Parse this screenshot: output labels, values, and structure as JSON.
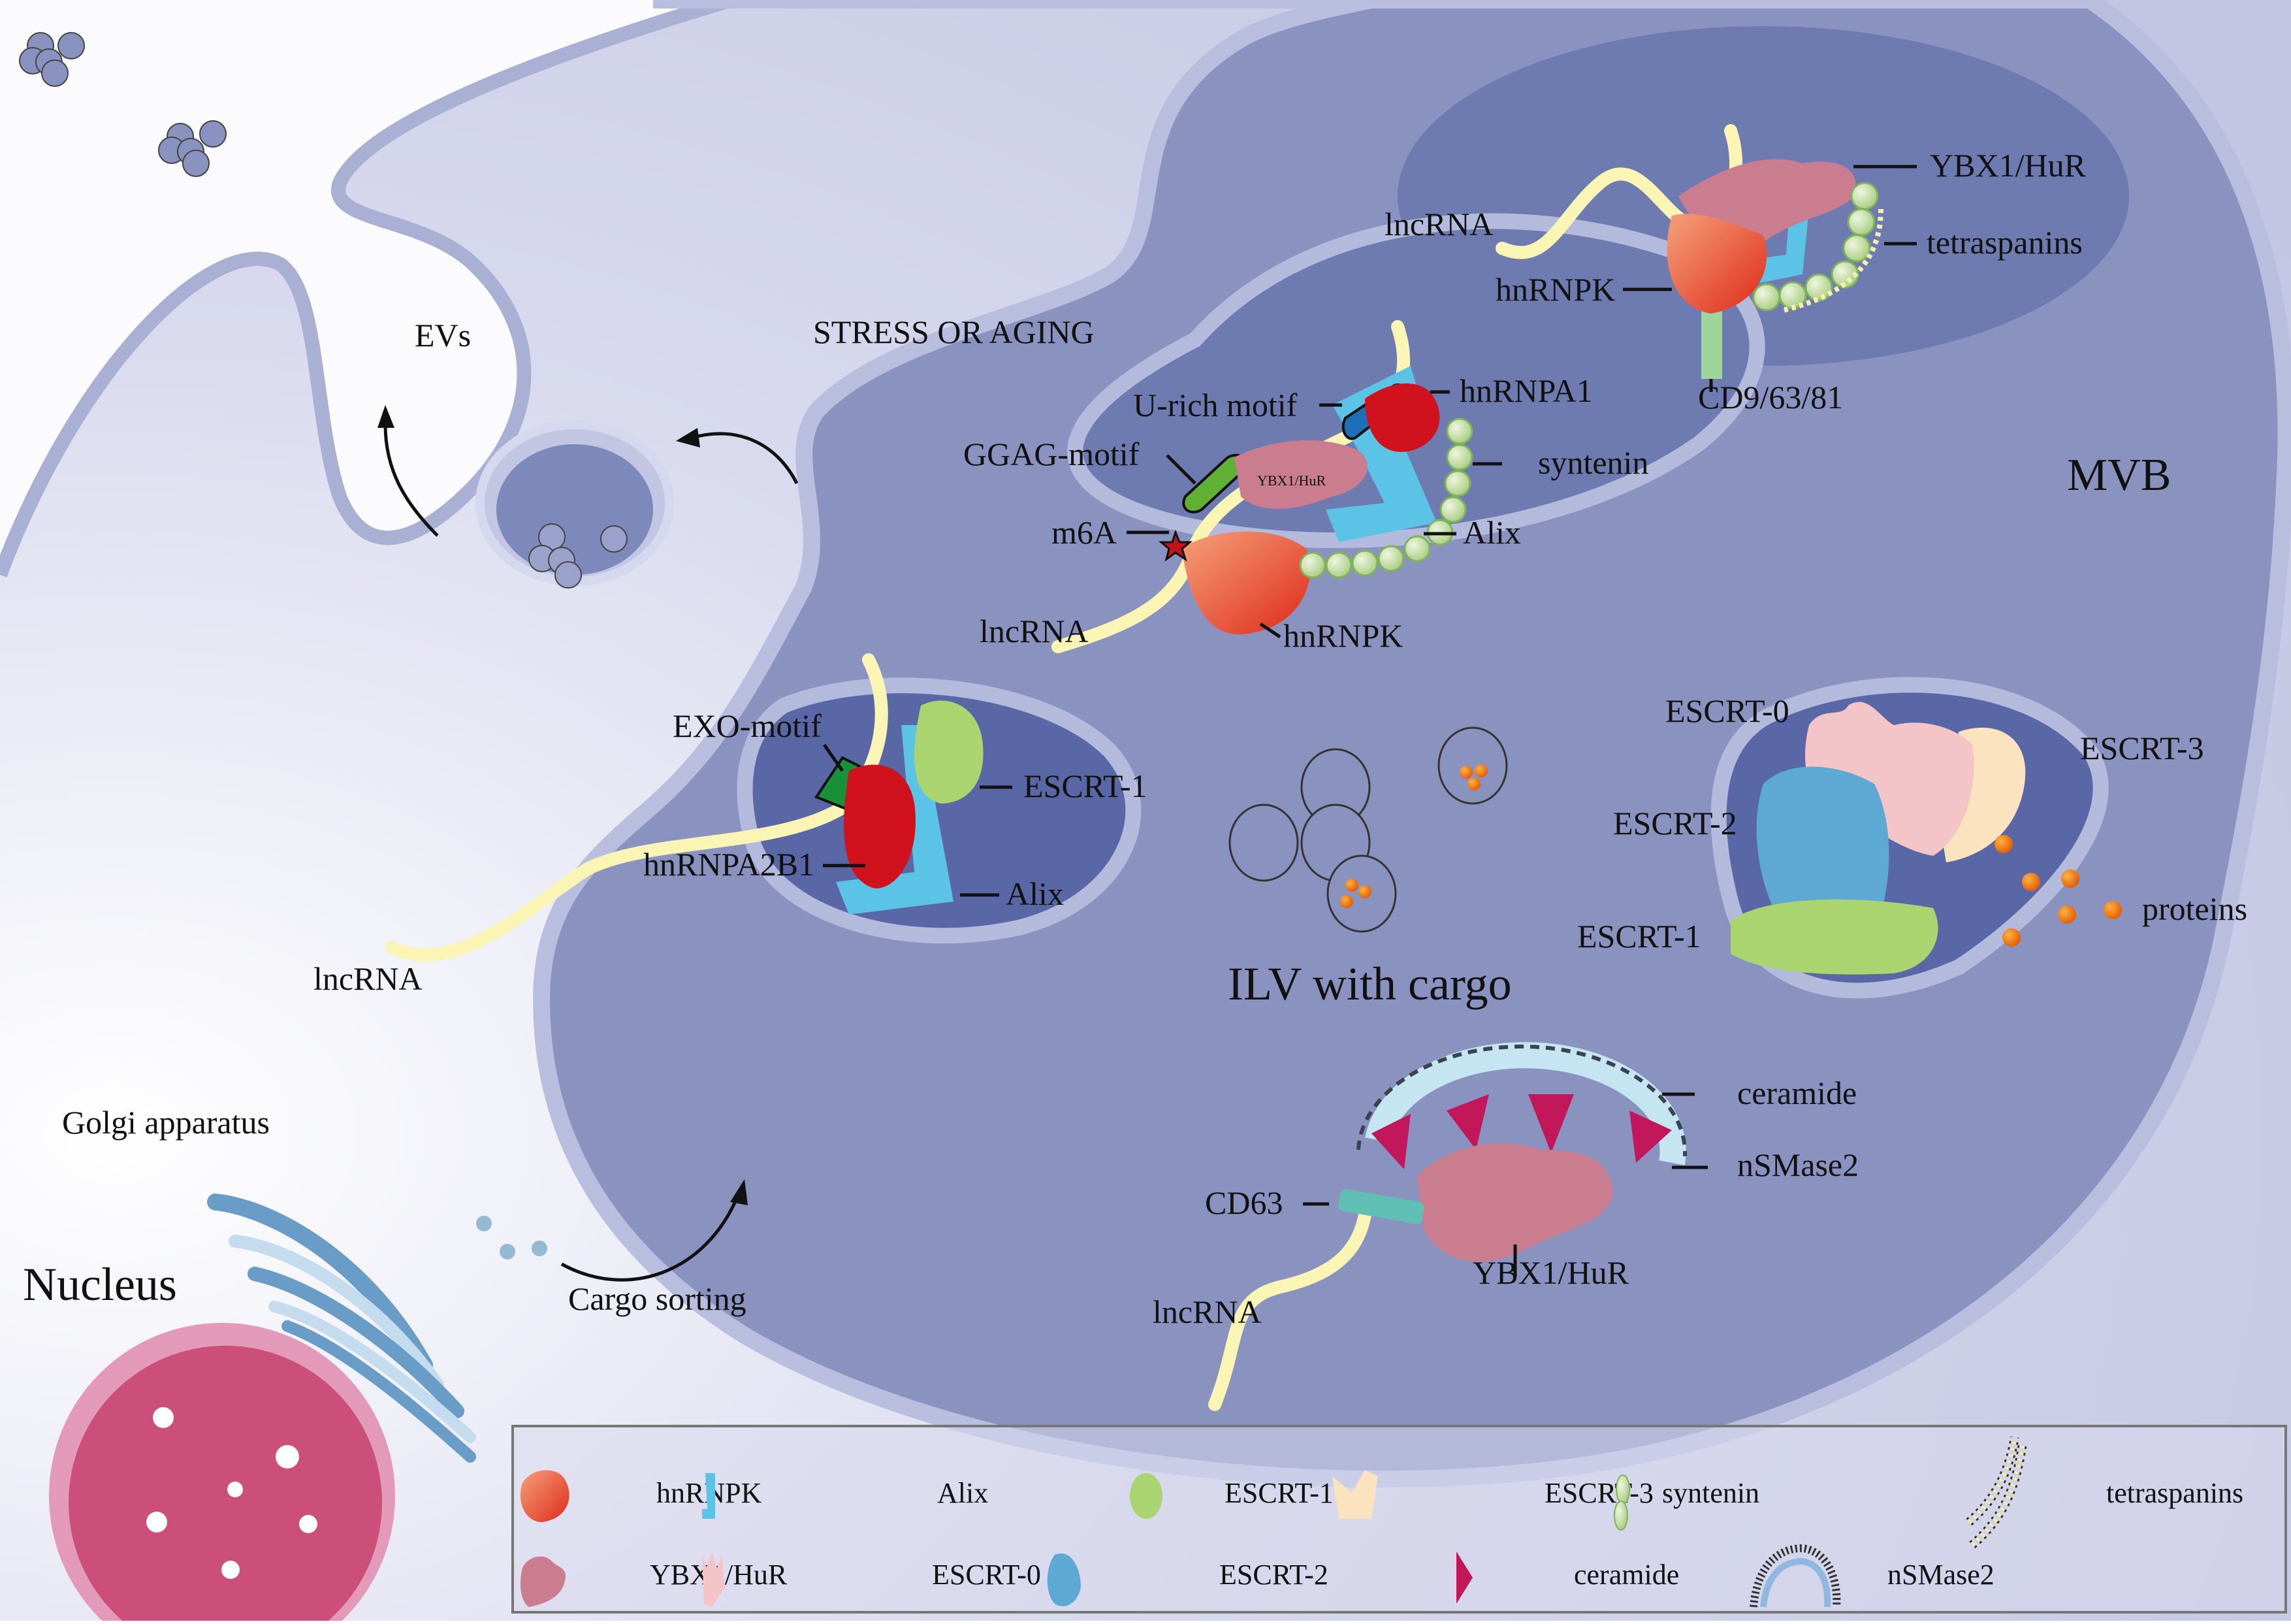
{
  "figure": {
    "title_labels": {
      "stress": "STRESS OR AGING",
      "mvb": "MVB",
      "evs": "EVs",
      "ilv": "ILV with cargo",
      "golgi": "Golgi apparatus",
      "nucleus": "Nucleus",
      "cargo_sorting": "Cargo sorting"
    },
    "top_complex": {
      "lncrna": "lncRNA",
      "ybx1": "YBX1/HuR",
      "tetraspanins": "tetraspanins",
      "hnrnpk": "hnRNPK",
      "cd": "CD9/63/81"
    },
    "middle_complex": {
      "urich": "U-rich motif",
      "hnrnpa1": "hnRNPA1",
      "ggag": "GGAG-motif",
      "ybx1_inner": "YBX1/HuR",
      "syntenin": "syntenin",
      "m6a": "m6A",
      "alix": "Alix",
      "lncrna": "lncRNA",
      "hnrnpk": "hnRNPK"
    },
    "left_complex": {
      "exo": "EXO-motif",
      "escrt1": "ESCRT-1",
      "hnrnpa2b1": "hnRNPA2B1",
      "alix": "Alix",
      "lncrna": "lncRNA"
    },
    "escrt_complex": {
      "escrt0": "ESCRT-0",
      "escrt3": "ESCRT-3",
      "escrt2": "ESCRT-2",
      "escrt1": "ESCRT-1",
      "proteins": "proteins"
    },
    "bottom_complex": {
      "ceramide": "ceramide",
      "nsmase2": "nSMase2",
      "cd63": "CD63",
      "ybx1": "YBX1/HuR",
      "lncrna": "lncRNA"
    }
  },
  "legend": {
    "items": [
      {
        "icon": "hnrnpk-icon",
        "label": "hnRNPK",
        "color": "#e8603a"
      },
      {
        "icon": "alix-icon",
        "label": "Alix",
        "color": "#5bc4e6"
      },
      {
        "icon": "escrt1-icon",
        "label": "ESCRT-1",
        "color": "#a9d46f"
      },
      {
        "icon": "escrt3-icon",
        "label": "ESCRT-3",
        "color": "#fbe3c0"
      },
      {
        "icon": "syntenin-icon",
        "label": "syntenin",
        "color": "#c5dca6"
      },
      {
        "icon": "tetraspanins-icon",
        "label": "tetraspanins",
        "color": "#f5f0b0"
      },
      {
        "icon": "ybx1-hur-icon",
        "label": "YBX1/HuR",
        "color": "#c97d8e"
      },
      {
        "icon": "escrt0-icon",
        "label": "ESCRT-0",
        "color": "#f3c5c8"
      },
      {
        "icon": "escrt2-icon",
        "label": "ESCRT-2",
        "color": "#5ea8d4"
      },
      {
        "icon": "ceramide-icon",
        "label": "ceramide",
        "color": "#c2185b"
      },
      {
        "icon": "nsmase2-icon",
        "label": "nSMase2",
        "color": "#8fb8e0"
      }
    ]
  },
  "colors": {
    "cytoplasm_light": "#eeeef8",
    "cytoplasm_dark": "#c4c6e2",
    "membrane": "#a9afd4",
    "mvb_fill": "#8a93c0",
    "mvb_dark": "#6e7bb0",
    "rna": "#fbf5b5",
    "nucleus": "#cc4f7a",
    "golgi": "#6a9cc8"
  }
}
